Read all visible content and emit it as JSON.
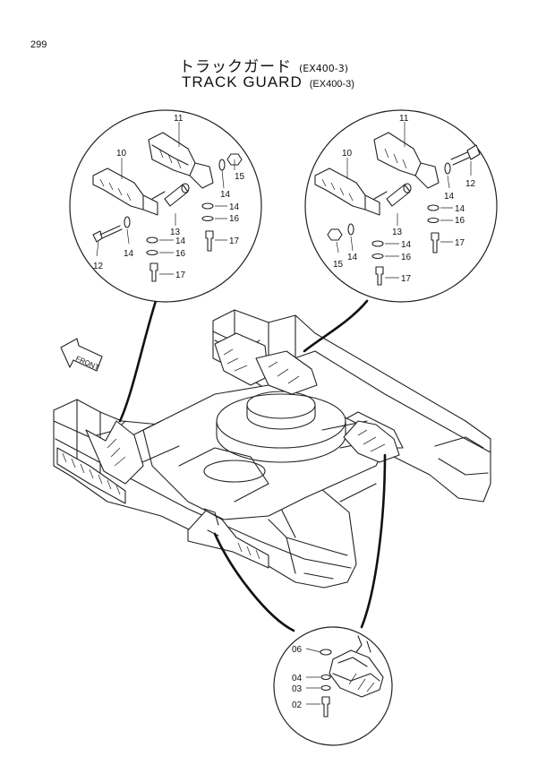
{
  "page_number": "299",
  "title_jp": "トラックガード",
  "title_en": "TRACK GUARD",
  "model": "(EX400-3)",
  "front_label": "FRONT",
  "callouts_left": [
    {
      "id": "c-l-11",
      "text": "11"
    },
    {
      "id": "c-l-10",
      "text": "10"
    },
    {
      "id": "c-l-15",
      "text": "15"
    },
    {
      "id": "c-l-14a",
      "text": "14"
    },
    {
      "id": "c-l-14b",
      "text": "14"
    },
    {
      "id": "c-l-16a",
      "text": "16"
    },
    {
      "id": "c-l-13",
      "text": "13"
    },
    {
      "id": "c-l-17a",
      "text": "17"
    },
    {
      "id": "c-l-14c",
      "text": "14"
    },
    {
      "id": "c-l-14d",
      "text": "14"
    },
    {
      "id": "c-l-16b",
      "text": "16"
    },
    {
      "id": "c-l-12",
      "text": "12"
    },
    {
      "id": "c-l-17b",
      "text": "17"
    }
  ],
  "callouts_right": [
    {
      "id": "c-r-11",
      "text": "11"
    },
    {
      "id": "c-r-10",
      "text": "10"
    },
    {
      "id": "c-r-12",
      "text": "12"
    },
    {
      "id": "c-r-14a",
      "text": "14"
    },
    {
      "id": "c-r-13",
      "text": "13"
    },
    {
      "id": "c-r-14b",
      "text": "14"
    },
    {
      "id": "c-r-16a",
      "text": "16"
    },
    {
      "id": "c-r-17a",
      "text": "17"
    },
    {
      "id": "c-r-14c",
      "text": "14"
    },
    {
      "id": "c-r-14d",
      "text": "14"
    },
    {
      "id": "c-r-15",
      "text": "15"
    },
    {
      "id": "c-r-16b",
      "text": "16"
    },
    {
      "id": "c-r-17b",
      "text": "17"
    }
  ],
  "callouts_bottom": [
    {
      "id": "c-b-06",
      "text": "06"
    },
    {
      "id": "c-b-04",
      "text": "04"
    },
    {
      "id": "c-b-03",
      "text": "03"
    },
    {
      "id": "c-b-02",
      "text": "02"
    }
  ]
}
